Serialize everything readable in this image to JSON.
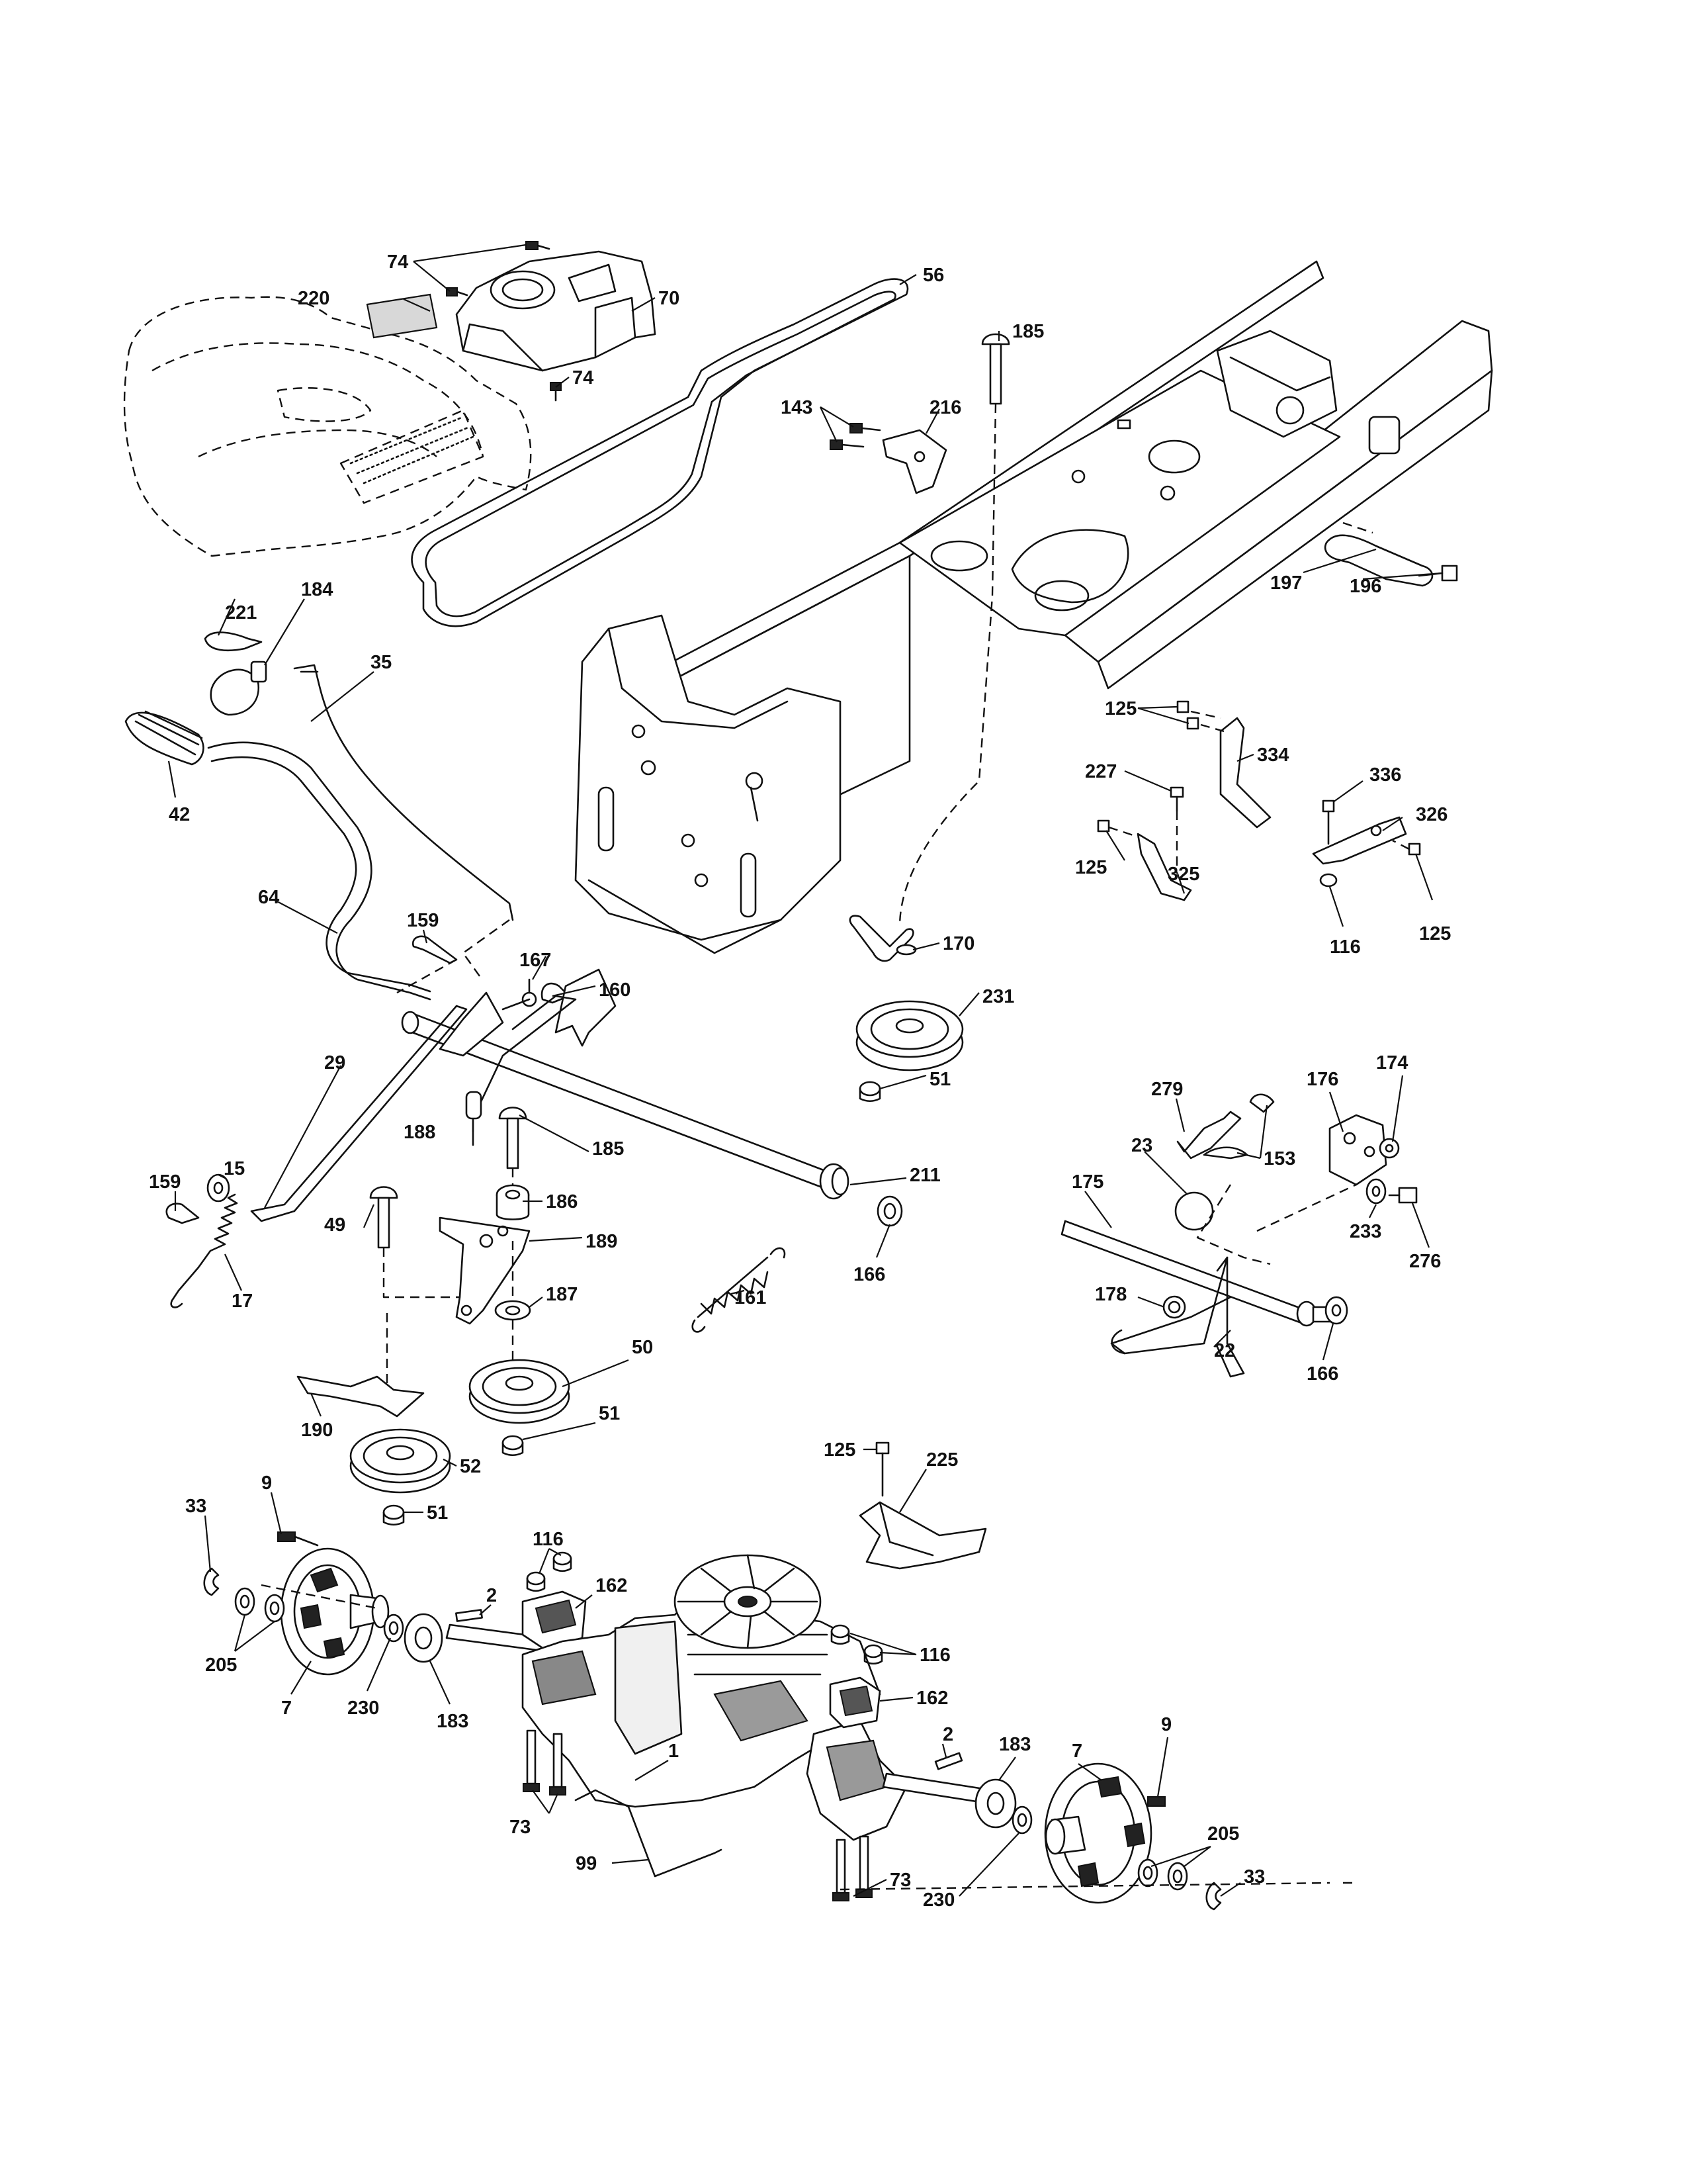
{
  "callouts": [
    {
      "id": "c74a",
      "text": "74"
    },
    {
      "id": "c70",
      "text": "70"
    },
    {
      "id": "c220",
      "text": "220"
    },
    {
      "id": "c74b",
      "text": "74"
    },
    {
      "id": "c56",
      "text": "56"
    },
    {
      "id": "c185a",
      "text": "185"
    },
    {
      "id": "c143",
      "text": "143"
    },
    {
      "id": "c216",
      "text": "216"
    },
    {
      "id": "c197",
      "text": "197"
    },
    {
      "id": "c196",
      "text": "196"
    },
    {
      "id": "c221",
      "text": "221"
    },
    {
      "id": "c184",
      "text": "184"
    },
    {
      "id": "c35",
      "text": "35"
    },
    {
      "id": "c42",
      "text": "42"
    },
    {
      "id": "c125a",
      "text": "125"
    },
    {
      "id": "c334",
      "text": "334"
    },
    {
      "id": "c227",
      "text": "227"
    },
    {
      "id": "c336",
      "text": "336"
    },
    {
      "id": "c326",
      "text": "326"
    },
    {
      "id": "c125b",
      "text": "125"
    },
    {
      "id": "c325",
      "text": "325"
    },
    {
      "id": "c125c",
      "text": "125"
    },
    {
      "id": "c116a",
      "text": "116"
    },
    {
      "id": "c64",
      "text": "64"
    },
    {
      "id": "c159a",
      "text": "159"
    },
    {
      "id": "c167",
      "text": "167"
    },
    {
      "id": "c160",
      "text": "160"
    },
    {
      "id": "c170",
      "text": "170"
    },
    {
      "id": "c231",
      "text": "231"
    },
    {
      "id": "c51a",
      "text": "51"
    },
    {
      "id": "c29",
      "text": "29"
    },
    {
      "id": "c188",
      "text": "188"
    },
    {
      "id": "c185b",
      "text": "185"
    },
    {
      "id": "c279",
      "text": "279"
    },
    {
      "id": "c176",
      "text": "176"
    },
    {
      "id": "c174",
      "text": "174"
    },
    {
      "id": "c153",
      "text": "153"
    },
    {
      "id": "c23",
      "text": "23"
    },
    {
      "id": "c159b",
      "text": "159"
    },
    {
      "id": "c15",
      "text": "15"
    },
    {
      "id": "c186",
      "text": "186"
    },
    {
      "id": "c211",
      "text": "211"
    },
    {
      "id": "c175",
      "text": "175"
    },
    {
      "id": "c233",
      "text": "233"
    },
    {
      "id": "c276",
      "text": "276"
    },
    {
      "id": "c49",
      "text": "49"
    },
    {
      "id": "c189",
      "text": "189"
    },
    {
      "id": "c17",
      "text": "17"
    },
    {
      "id": "c166a",
      "text": "166"
    },
    {
      "id": "c187",
      "text": "187"
    },
    {
      "id": "c161",
      "text": "161"
    },
    {
      "id": "c178",
      "text": "178"
    },
    {
      "id": "c22",
      "text": "22"
    },
    {
      "id": "c166b",
      "text": "166"
    },
    {
      "id": "c50",
      "text": "50"
    },
    {
      "id": "c190",
      "text": "190"
    },
    {
      "id": "c51b",
      "text": "51"
    },
    {
      "id": "c52",
      "text": "52"
    },
    {
      "id": "c51c",
      "text": "51"
    },
    {
      "id": "c125d",
      "text": "125"
    },
    {
      "id": "c225",
      "text": "225"
    },
    {
      "id": "c33a",
      "text": "33"
    },
    {
      "id": "c9a",
      "text": "9"
    },
    {
      "id": "c116b",
      "text": "116"
    },
    {
      "id": "c162a",
      "text": "162"
    },
    {
      "id": "c2a",
      "text": "2"
    },
    {
      "id": "c205a",
      "text": "205"
    },
    {
      "id": "c7a",
      "text": "7"
    },
    {
      "id": "c230a",
      "text": "230"
    },
    {
      "id": "c183a",
      "text": "183"
    },
    {
      "id": "c116c",
      "text": "116"
    },
    {
      "id": "c162b",
      "text": "162"
    },
    {
      "id": "c1",
      "text": "1"
    },
    {
      "id": "c73a",
      "text": "73"
    },
    {
      "id": "c99",
      "text": "99"
    },
    {
      "id": "c2b",
      "text": "2"
    },
    {
      "id": "c183b",
      "text": "183"
    },
    {
      "id": "c7b",
      "text": "7"
    },
    {
      "id": "c9b",
      "text": "9"
    },
    {
      "id": "c205b",
      "text": "205"
    },
    {
      "id": "c73b",
      "text": "73"
    },
    {
      "id": "c230b",
      "text": "230"
    },
    {
      "id": "c33b",
      "text": "33"
    }
  ]
}
